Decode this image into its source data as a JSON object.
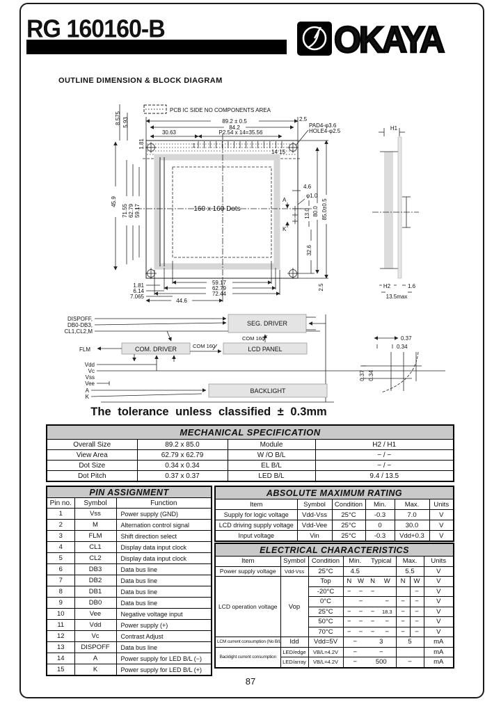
{
  "header": {
    "part_number": "RG 160160-B",
    "brand": "OKAYA"
  },
  "section_title": "OUTLINE  DIMENSION & BLOCK DIAGRAM",
  "colors": {
    "accent": "#000000",
    "table_title_bg": "#c9c9c9",
    "module_gray": "#d6d6d6"
  },
  "outline": {
    "legend": "PCB  IC SIDE NO COMPONENTS AREA",
    "dim_overall_width": "89.2 ± 0.5",
    "dim_84_2": "84.2",
    "dim_30_63": "30.63",
    "dim_pin_pitch": "P2.54 x 14=35.56",
    "dim_2_5_top": "2.5",
    "pad_label": "PAD4-φ3.6",
    "hole_label": "HOLE4-φ2.5",
    "dim_8_575": "8.575",
    "dim_5_93": "5.93",
    "dim_1_81_left": "1.81",
    "dim_45_9": "45.9",
    "dim_71_55": "71.55",
    "dim_62_79_left": "62.79",
    "dim_59_17_left": "59.17",
    "pin_first": "1",
    "pin_last": "14 15",
    "dots_label": "160 x 160  Dots",
    "dim_4_6": "4.6",
    "dim_phi_1_0": "φ1.0",
    "anode": "A",
    "cathode": "K",
    "dim_13_0": "13.0",
    "dim_80_0": "80.0",
    "dim_85_0": "85.0±0.5",
    "dim_32_6": "32.6",
    "dim_2_5_right": "2.5",
    "dim_1_81_bottom": "1.81",
    "dim_6_14": "6.14",
    "dim_7_065": "7.065",
    "dim_44_6": "44.6",
    "dim_59_17_bottom": "59.17",
    "dim_62_79_bottom": "62.79",
    "dim_72_44": "72.44",
    "side_h1": "H1",
    "side_h2": "H2",
    "side_1_6": "1.6",
    "side_13_5": "13.5max"
  },
  "block_diagram": {
    "sig1": "DISPOFF,",
    "sig2": "DB0-DB3,",
    "sig3": "CL1,CL2,M",
    "flm": "FLM",
    "vdd": "Vdd",
    "vc": "Vc",
    "vss": "Vss",
    "vee": "Vee",
    "a": "A",
    "k": "K",
    "seg_driver": "SEG. DRIVER",
    "com_driver": "COM. DRIVER",
    "lcd_panel": "LCD PANEL",
    "backlight": "BACKLIGHT",
    "bus_seg": "COM 160",
    "bus_com": "COM 160"
  },
  "dot_detail": {
    "w_pitch": "0.37",
    "w_size": "0.34",
    "h_pitch": "0.37",
    "h_size": "0.34"
  },
  "tolerance_note": "The tolerance unless classified ± 0.3mm",
  "mech_spec": {
    "title": "MECHANICAL  SPECIFICATION",
    "rows": [
      [
        "Overall Size",
        "89.2 x 85.0",
        "Module",
        "H2 / H1"
      ],
      [
        "View Area",
        "62.79 x 62.79",
        "W /O  B/L",
        "− / −"
      ],
      [
        "Dot Size",
        "0.34 x 0.34",
        "EL B/L",
        "− / −"
      ],
      [
        "Dot Pitch",
        "0.37 x 0.37",
        "LED B/L",
        "9.4 / 13.5"
      ]
    ]
  },
  "pin_assignment": {
    "title": "PIN  ASSIGNMENT",
    "headers": [
      "Pin no.",
      "Symbol",
      "Function"
    ],
    "rows": [
      [
        "1",
        "Vss",
        "Power supply (GND)"
      ],
      [
        "2",
        "M",
        "Alternation control signal"
      ],
      [
        "3",
        "FLM",
        "Shift direction select"
      ],
      [
        "4",
        "CL1",
        "Display data input clock"
      ],
      [
        "5",
        "CL2",
        "Display data input clock"
      ],
      [
        "6",
        "DB3",
        "Data bus line"
      ],
      [
        "7",
        "DB2",
        "Data bus line"
      ],
      [
        "8",
        "DB1",
        "Data bus line"
      ],
      [
        "9",
        "DB0",
        "Data bus line"
      ],
      [
        "10",
        "Vee",
        "Negative voltage input"
      ],
      [
        "11",
        "Vdd",
        "Power supply (+)"
      ],
      [
        "12",
        "Vc",
        "Contrast Adjust"
      ],
      [
        "13",
        "DISPOFF",
        "Data bus line"
      ],
      [
        "14",
        "A",
        "Power supply for LED B/L (−)"
      ],
      [
        "15",
        "K",
        "Power supply for LED B/L (+)"
      ]
    ]
  },
  "abs_max": {
    "title": "ABSOLUTE MAXIMUM RATING",
    "headers": [
      "Item",
      "Symbol",
      "Condition",
      "Min.",
      "Max.",
      "Units"
    ],
    "rows": [
      [
        "Supply for logic voltage",
        "Vdd-Vss",
        "25°C",
        "-0.3",
        "7.0",
        "V"
      ],
      [
        "LCD driving supply voltage",
        "Vdd-Vee",
        "25°C",
        "0",
        "30.0",
        "V"
      ],
      [
        "Input voltage",
        "Vin",
        "25°C",
        "-0.3",
        "Vdd+0.3",
        "V"
      ]
    ]
  },
  "elec_char": {
    "title": "ELECTRICAL CHARACTERISTICS",
    "headers": {
      "item": "Item",
      "symbol": "Symbol",
      "condition": "Condition",
      "min": "Min.",
      "typical": "Typical",
      "max": "Max.",
      "units": "Units"
    },
    "psv": {
      "item": "Power supply voltage",
      "symbol": "Vdd-Vss",
      "condition": "25°C",
      "min": "4.5",
      "typical": "",
      "max": "5.5",
      "units": "V"
    },
    "vop": {
      "item": "LCD operation voltage",
      "symbol": "Vop",
      "rows": [
        {
          "condition": "Top",
          "v1": "N",
          "v2": "W",
          "v3": "N",
          "v4": "W",
          "m1": "N",
          "m2": "W",
          "units": "V"
        },
        {
          "condition": "-20°C",
          "v1": "−",
          "v2": "−",
          "v3": "−",
          "v4": "",
          "m1": "",
          "m2": "−",
          "units": "V"
        },
        {
          "condition": "0°C",
          "v1": "",
          "v2": "−",
          "v3": "",
          "v4": "−",
          "m1": "−",
          "m2": "−",
          "units": "V"
        },
        {
          "condition": "25°C",
          "v1": "−",
          "v2": "−",
          "v3": "−",
          "v4": "18.3",
          "m1": "−",
          "m2": "−",
          "units": "V"
        },
        {
          "condition": "50°C",
          "v1": "−",
          "v2": "−",
          "v3": "−",
          "v4": "−",
          "m1": "−",
          "m2": "−",
          "units": "V"
        },
        {
          "condition": "70°C",
          "v1": "−",
          "v2": "−",
          "v3": "−",
          "v4": "−",
          "m1": "−",
          "m2": "−",
          "units": "V"
        }
      ]
    },
    "idd": {
      "item": "LCM current consumption (No B/L)",
      "symbol": "Idd",
      "condition": "Vdd=5V",
      "min": "−",
      "typical": "3",
      "max": "5",
      "units": "mA"
    },
    "backlight": {
      "item": "Backlight current consumption",
      "rows": [
        {
          "symbol": "LED/edge",
          "condition": "VB/L=4.2V",
          "min": "−",
          "typical": "−",
          "max": "",
          "units": "mA"
        },
        {
          "symbol": "LED/array",
          "condition": "VB/L=4.2V",
          "min": "−",
          "typical": "500",
          "max": "−",
          "units": "mA"
        }
      ]
    }
  },
  "footer": {
    "page_number": "87"
  }
}
